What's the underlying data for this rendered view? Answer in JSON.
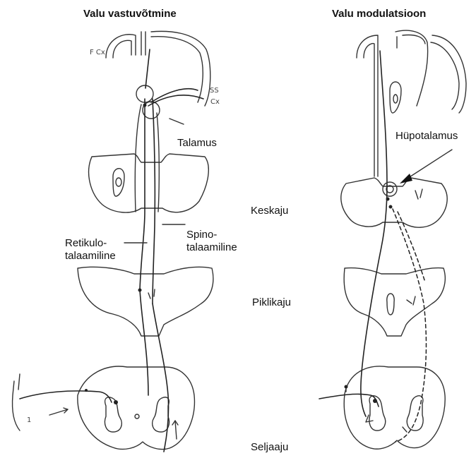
{
  "titles": {
    "left": "Valu vastuvõtmine",
    "right": "Valu modulatsioon"
  },
  "labels": {
    "talamus": "Talamus",
    "hupotalamus": "Hüpotalamus",
    "keskaju": "Keskaju",
    "piklikaju": "Piklikaju",
    "seljaaju": "Seljaaju",
    "spino_1": "Spino-",
    "spino_2": "talaamiline",
    "retikulo_1": "Retikulo-",
    "retikulo_2": "talaamiline"
  },
  "small_labels": {
    "f_cx": "F Cx",
    "ss": "SS",
    "cx": "Cx",
    "one": "1"
  }
}
